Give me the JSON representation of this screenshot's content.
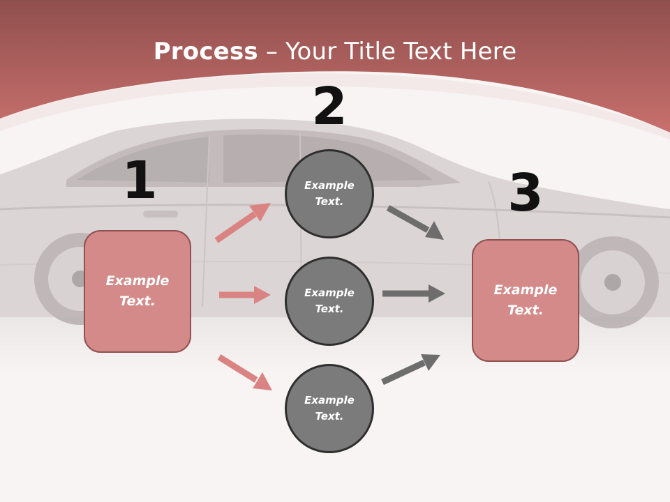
{
  "title": {
    "bold": "Process",
    "rest": " – Your Title Text Here"
  },
  "numbers": [
    "1",
    "2",
    "3"
  ],
  "boxes": [
    {
      "label": "Example Text."
    },
    {
      "label": "Example Text."
    }
  ],
  "circles": [
    {
      "label": "Example Text."
    },
    {
      "label": "Example Text."
    },
    {
      "label": "Example Text."
    }
  ],
  "colors": {
    "header": "#c46a68",
    "box_fill": "#d38a89",
    "box_border": "#8f5150",
    "circle_fill": "#7b7b7b",
    "circle_border": "#2e2e2e",
    "arrow_pink": "#d98482",
    "arrow_gray": "#6d6d6d"
  }
}
